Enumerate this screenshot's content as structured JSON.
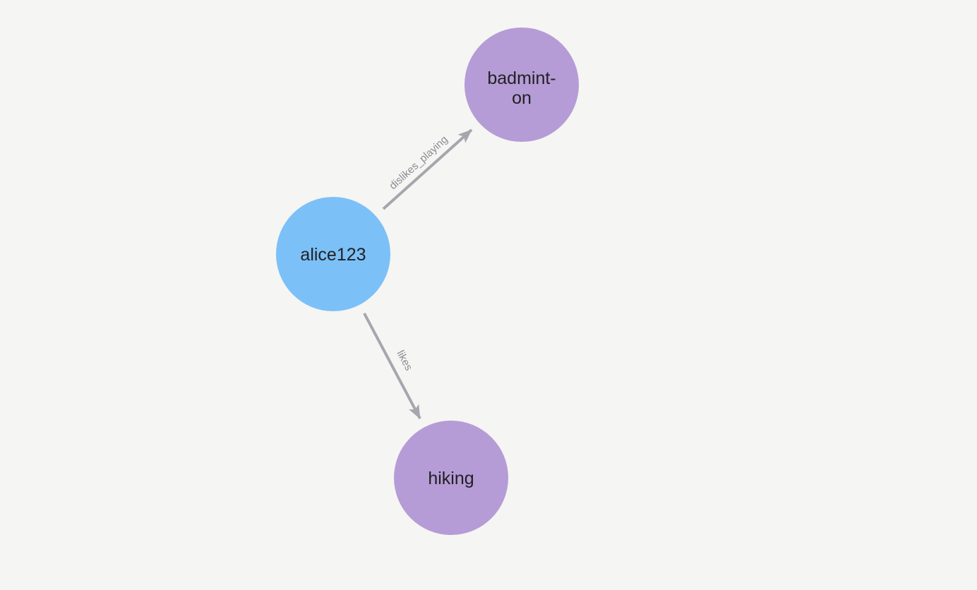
{
  "canvas": {
    "background": "#f5f5f3",
    "width": "1384",
    "height": "836"
  },
  "graph": {
    "nodes": [
      {
        "id": "alice123",
        "lines": {
          "0": "alice123"
        },
        "color": "#7cc0f8",
        "text_color": "#212125"
      },
      {
        "id": "badminton",
        "lines": {
          "0": "badmint-",
          "1": "on"
        },
        "color": "#b69cd6",
        "text_color": "#212125"
      },
      {
        "id": "hiking",
        "lines": {
          "0": "hiking"
        },
        "color": "#b69cd6",
        "text_color": "#212125"
      }
    ],
    "edges": [
      {
        "label": "dislikes_playing",
        "from": "alice123",
        "to": "badminton",
        "color": "#a6a6ae",
        "label_color": "#8b8b93"
      },
      {
        "label": "likes",
        "from": "alice123",
        "to": "hiking",
        "color": "#a6a6ae",
        "label_color": "#8b8b93"
      }
    ]
  }
}
